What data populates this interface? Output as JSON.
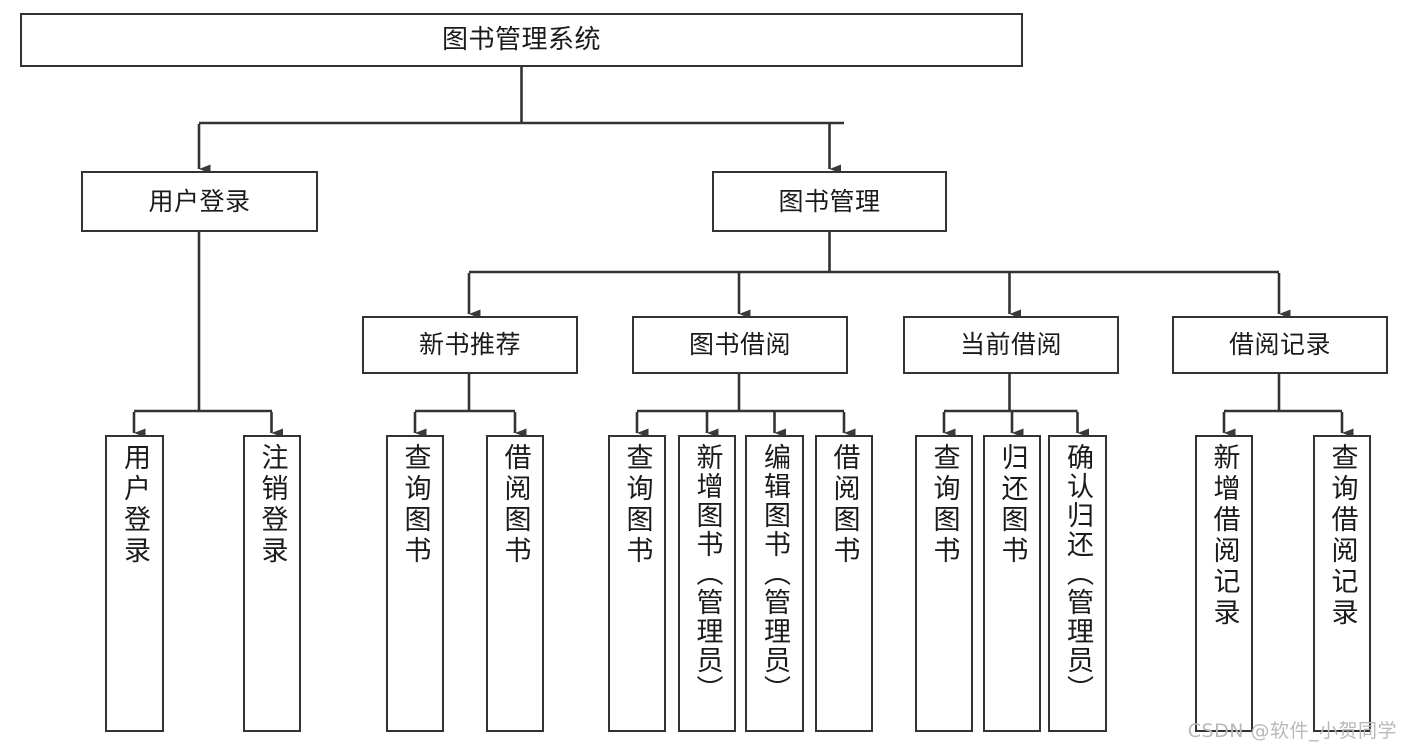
{
  "diagram": {
    "title": "图书管理系统",
    "type": "tree-hierarchy-chart",
    "stroke_color": "#333333",
    "arrow_color": "#3a3a3a",
    "background_color": "#ffffff",
    "root": {
      "id": "root",
      "label": "图书管理系统"
    },
    "level2": [
      {
        "id": "user-login",
        "label": "用户登录"
      },
      {
        "id": "book-manage",
        "label": "图书管理"
      }
    ],
    "level3": [
      {
        "id": "new-book-rec",
        "label": "新书推荐",
        "parent": "book-manage"
      },
      {
        "id": "book-borrow",
        "label": "图书借阅",
        "parent": "book-manage"
      },
      {
        "id": "current-borrow",
        "label": "当前借阅",
        "parent": "book-manage"
      },
      {
        "id": "borrow-record",
        "label": "借阅记录",
        "parent": "book-manage"
      }
    ],
    "leaves": [
      {
        "id": "leaf-user-login",
        "label": "用户登录",
        "parent": "user-login"
      },
      {
        "id": "leaf-user-logout",
        "label": "注销登录",
        "parent": "user-login"
      },
      {
        "id": "leaf-query-book-1",
        "label": "查询图书",
        "parent": "new-book-rec"
      },
      {
        "id": "leaf-borrow-book-1",
        "label": "借阅图书",
        "parent": "new-book-rec"
      },
      {
        "id": "leaf-query-book-2",
        "label": "查询图书",
        "parent": "book-borrow"
      },
      {
        "id": "leaf-add-book",
        "label": "新增图书（管理员）",
        "parent": "book-borrow"
      },
      {
        "id": "leaf-edit-book",
        "label": "编辑图书（管理员）",
        "parent": "book-borrow"
      },
      {
        "id": "leaf-borrow-book-2",
        "label": "借阅图书",
        "parent": "book-borrow"
      },
      {
        "id": "leaf-query-book-3",
        "label": "查询图书",
        "parent": "current-borrow"
      },
      {
        "id": "leaf-return-book",
        "label": "归还图书",
        "parent": "current-borrow"
      },
      {
        "id": "leaf-confirm-return",
        "label": "确认归还（管理员）",
        "parent": "current-borrow"
      },
      {
        "id": "leaf-add-record",
        "label": "新增借阅记录",
        "parent": "borrow-record"
      },
      {
        "id": "leaf-query-record",
        "label": "查询借阅记录",
        "parent": "borrow-record"
      }
    ]
  },
  "watermark": "CSDN @软件_小贺同学"
}
